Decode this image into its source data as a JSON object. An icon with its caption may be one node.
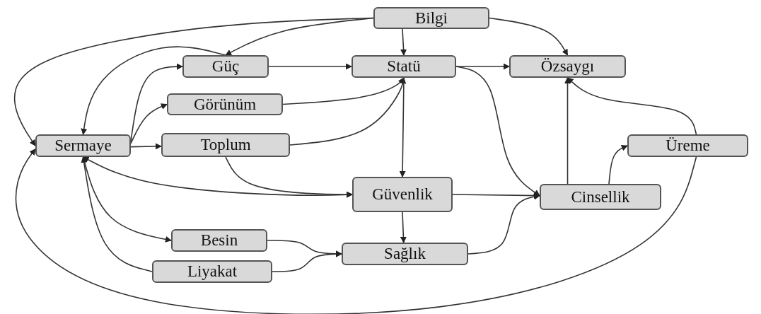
{
  "diagram": {
    "nodes": [
      {
        "text": [
          "Bilgi"
        ]
      },
      {
        "text": [
          "Güç"
        ]
      },
      {
        "text": [
          "Statü"
        ]
      },
      {
        "text": [
          "Özsaygı"
        ]
      },
      {
        "text": [
          "Görünüm"
        ]
      },
      {
        "text": [
          "Sermaye"
        ]
      },
      {
        "text": [
          "Toplum"
        ]
      },
      {
        "text": [
          "Üreme"
        ]
      },
      {
        "text": [
          "Güvenlik"
        ]
      },
      {
        "text": [
          "Cinsellik"
        ]
      },
      {
        "text": [
          "Besin"
        ]
      },
      {
        "text": [
          "Liyakat"
        ]
      },
      {
        "text": [
          "Sağlık"
        ]
      }
    ],
    "edges": [
      {
        "from": 0,
        "to": 5,
        "arrow": "to"
      },
      {
        "from": 0,
        "to": 1,
        "arrow": "to"
      },
      {
        "from": 0,
        "to": 2,
        "arrow": "to"
      },
      {
        "from": 0,
        "to": 3,
        "arrow": "to"
      },
      {
        "from": 1,
        "to": 5,
        "arrow": "to"
      },
      {
        "from": 5,
        "to": 1,
        "arrow": "to"
      },
      {
        "from": 5,
        "to": 4,
        "arrow": "to"
      },
      {
        "from": 5,
        "to": 6,
        "arrow": "to"
      },
      {
        "from": 1,
        "to": 2,
        "arrow": "to"
      },
      {
        "from": 4,
        "to": 2,
        "arrow": "to"
      },
      {
        "from": 6,
        "to": 2,
        "arrow": "to"
      },
      {
        "from": 2,
        "to": 3,
        "arrow": "to"
      },
      {
        "from": 2,
        "to": 8,
        "arrow": "to"
      },
      {
        "from": 2,
        "to": 9,
        "arrow": "to"
      },
      {
        "from": 6,
        "to": 8,
        "arrow": "to"
      },
      {
        "from": 5,
        "to": 8,
        "arrow": "both"
      },
      {
        "from": 5,
        "to": 10,
        "arrow": "to"
      },
      {
        "from": 11,
        "to": 5,
        "arrow": "to"
      },
      {
        "from": 10,
        "to": 12,
        "arrow": "to"
      },
      {
        "from": 11,
        "to": 12,
        "arrow": "to"
      },
      {
        "from": 8,
        "to": 12,
        "arrow": "to"
      },
      {
        "from": 8,
        "to": 9,
        "arrow": "to"
      },
      {
        "from": 12,
        "to": 9,
        "arrow": "to"
      },
      {
        "from": 9,
        "to": 3,
        "arrow": "to"
      },
      {
        "from": 9,
        "to": 7,
        "arrow": "to"
      },
      {
        "from": 7,
        "to": 3,
        "arrow": "to"
      },
      {
        "from": 7,
        "to": 5,
        "arrow": "to"
      }
    ]
  }
}
